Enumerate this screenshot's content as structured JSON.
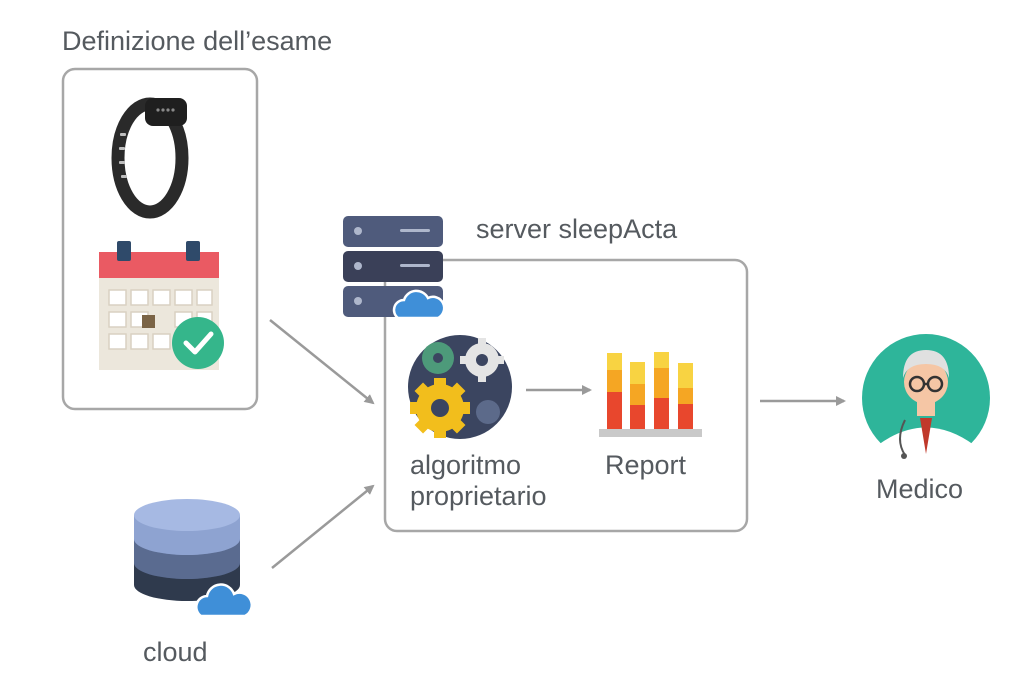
{
  "exam_box": {
    "title": "Definizione dell’esame",
    "device_icon": "fitness-band-icon",
    "calendar_icon": "calendar-check-icon"
  },
  "server": {
    "title": "server sleepActa",
    "icon": "server-cloud-icon"
  },
  "algorithm": {
    "line1": "algoritmo",
    "line2": "proprietario",
    "icon": "gears-icon"
  },
  "report": {
    "label": "Report",
    "icon": "bar-chart-icon"
  },
  "doctor": {
    "label": "Medico",
    "icon": "doctor-avatar-icon"
  },
  "cloud_db": {
    "label": "cloud",
    "icon": "database-cloud-icon"
  },
  "colors": {
    "arrow": "#9a9a9a",
    "box_border": "#a7a7a7",
    "calendar_red": "#ea5a63",
    "check_green": "#35b68b",
    "doctor_bg": "#2eb59a",
    "gear_yellow": "#f2be1c"
  }
}
